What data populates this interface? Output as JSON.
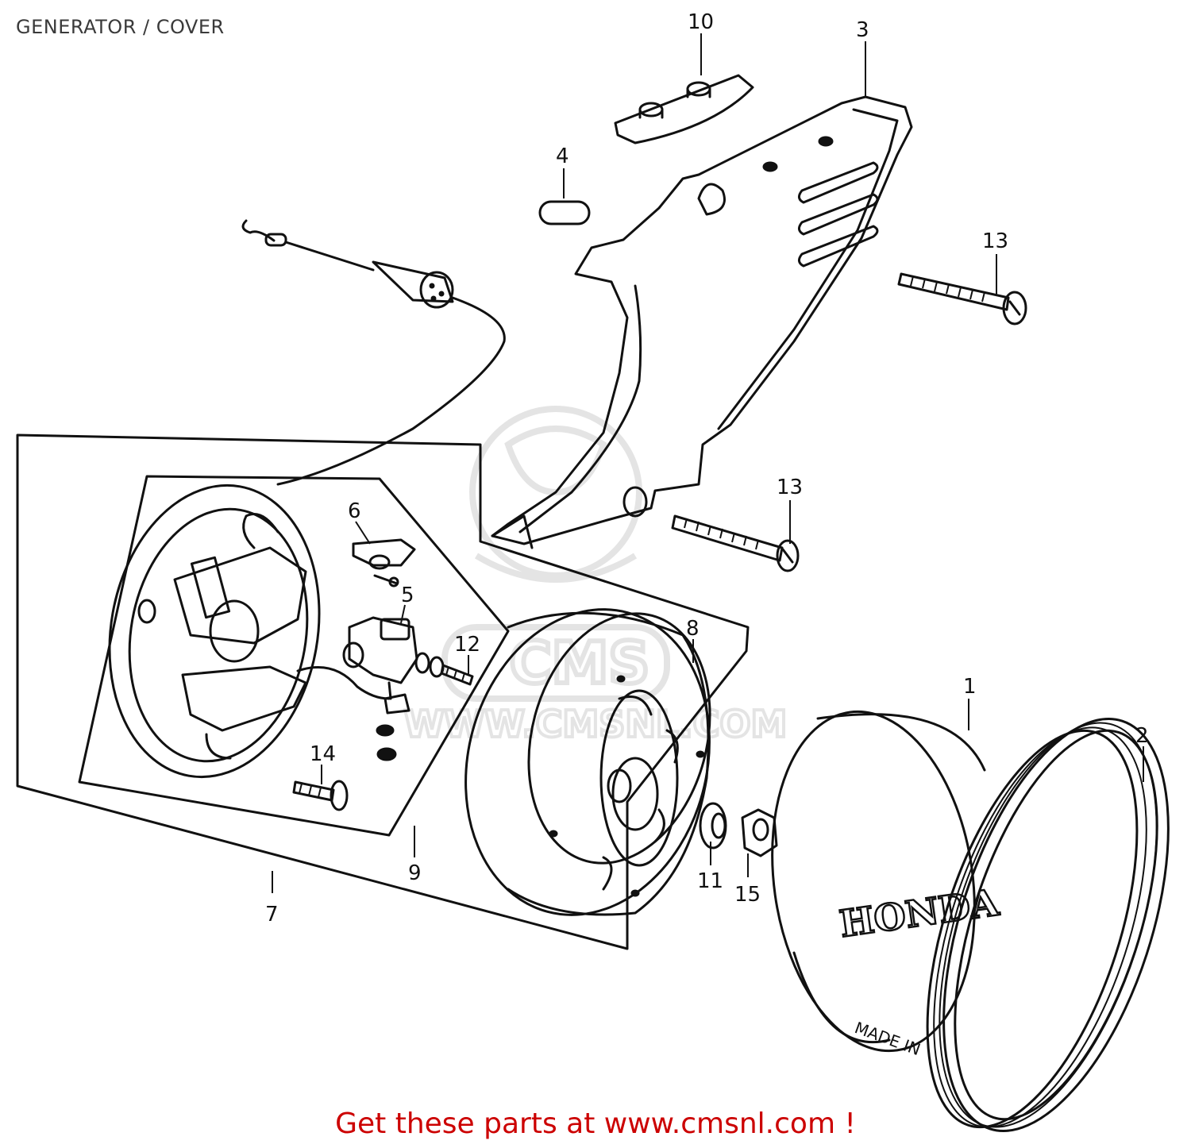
{
  "title": "GENERATOR / COVER",
  "footer": "Get these parts at www.cmsnl.com !",
  "watermark": {
    "text": "WWW.CMSNL.COM",
    "logo": "CMS"
  },
  "cover_logo": "HONDA",
  "cover_text": "MADE IN",
  "callouts": {
    "c1": "1",
    "c2": "2",
    "c3": "3",
    "c4": "4",
    "c5": "5",
    "c6": "6",
    "c7": "7",
    "c8": "8",
    "c9": "9",
    "c10": "10",
    "c11": "11",
    "c12": "12",
    "c13a": "13",
    "c13b": "13",
    "c14": "14",
    "c15": "15"
  }
}
